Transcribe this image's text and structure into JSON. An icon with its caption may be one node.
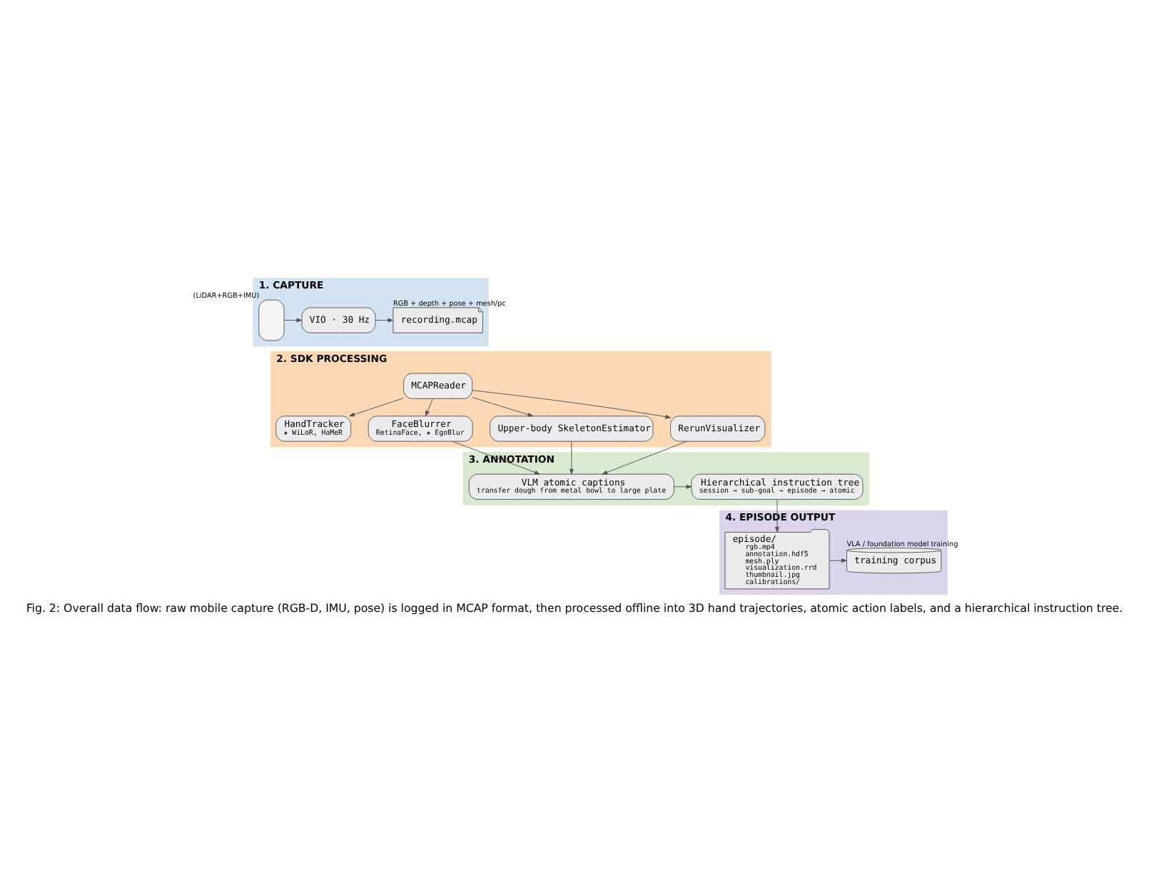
{
  "diagram": {
    "caption": "Fig. 2: Overall data flow: raw mobile capture (RGB-D, IMU, pose) is logged in MCAP format, then processed offline into 3D hand trajectories, atomic action labels, and a hierarchical instruction tree.",
    "nodes": [
      {
        "text": [
          "1. CAPTURE"
        ]
      },
      {
        "text": [],
        "shape": "phone",
        "in": 0,
        "beside": [
          "(LiDAR+RGB+IMU)"
        ]
      },
      {
        "text": [
          "VIO · 30 Hz"
        ],
        "in": 0
      },
      {
        "text": [
          "recording.mcap"
        ],
        "in": 0,
        "beside": [
          "RGB + depth + pose + mesh/pc"
        ]
      },
      {
        "text": [
          "2. SDK PROCESSING"
        ]
      },
      {
        "text": [
          "MCAPReader"
        ],
        "in": 4
      },
      {
        "text": [
          "HandTracker",
          "★ WiLoR, HaMeR"
        ],
        "in": 4
      },
      {
        "text": [
          "FaceBlurrer",
          "RetinaFace, ★ EgoBlur"
        ],
        "in": 4
      },
      {
        "text": [
          "Upper-body SkeletonEstimator"
        ],
        "in": 4
      },
      {
        "text": [
          "RerunVisualizer"
        ],
        "in": 4
      },
      {
        "text": [
          "3. ANNOTATION"
        ]
      },
      {
        "text": [
          "VLM atomic captions",
          "transfer dough from metal bowl to large plate"
        ],
        "in": 10
      },
      {
        "text": [
          "Hierarchical instruction tree",
          "session → sub-goal → episode → atomic"
        ],
        "in": 10
      },
      {
        "text": [
          "4. EPISODE OUTPUT"
        ]
      },
      {
        "text": [
          "episode/",
          "rgb.mp4",
          "annotation.hdf5",
          "mesh.ply",
          "visualization.rrd",
          "thumbnail.jpg",
          "calibrations/"
        ],
        "in": 13
      },
      {
        "text": [
          "training corpus"
        ],
        "in": 13,
        "beside": [
          "VLA / foundation model training"
        ]
      }
    ],
    "edges": [
      {
        "from": 1,
        "to": 2,
        "arrow": "to"
      },
      {
        "from": 2,
        "to": 3,
        "arrow": "to"
      },
      {
        "from": 5,
        "to": 6,
        "arrow": "to"
      },
      {
        "from": 5,
        "to": 7,
        "arrow": "to"
      },
      {
        "from": 5,
        "to": 8,
        "arrow": "to"
      },
      {
        "from": 5,
        "to": 9,
        "arrow": "to"
      },
      {
        "from": 7,
        "to": 11,
        "arrow": "to"
      },
      {
        "from": 8,
        "to": 11,
        "arrow": "to"
      },
      {
        "from": 9,
        "to": 11,
        "arrow": "to"
      },
      {
        "from": 11,
        "to": 12,
        "arrow": "to"
      },
      {
        "from": 12,
        "to": 14,
        "arrow": "to"
      },
      {
        "from": 14,
        "to": 15,
        "arrow": "to"
      }
    ]
  }
}
